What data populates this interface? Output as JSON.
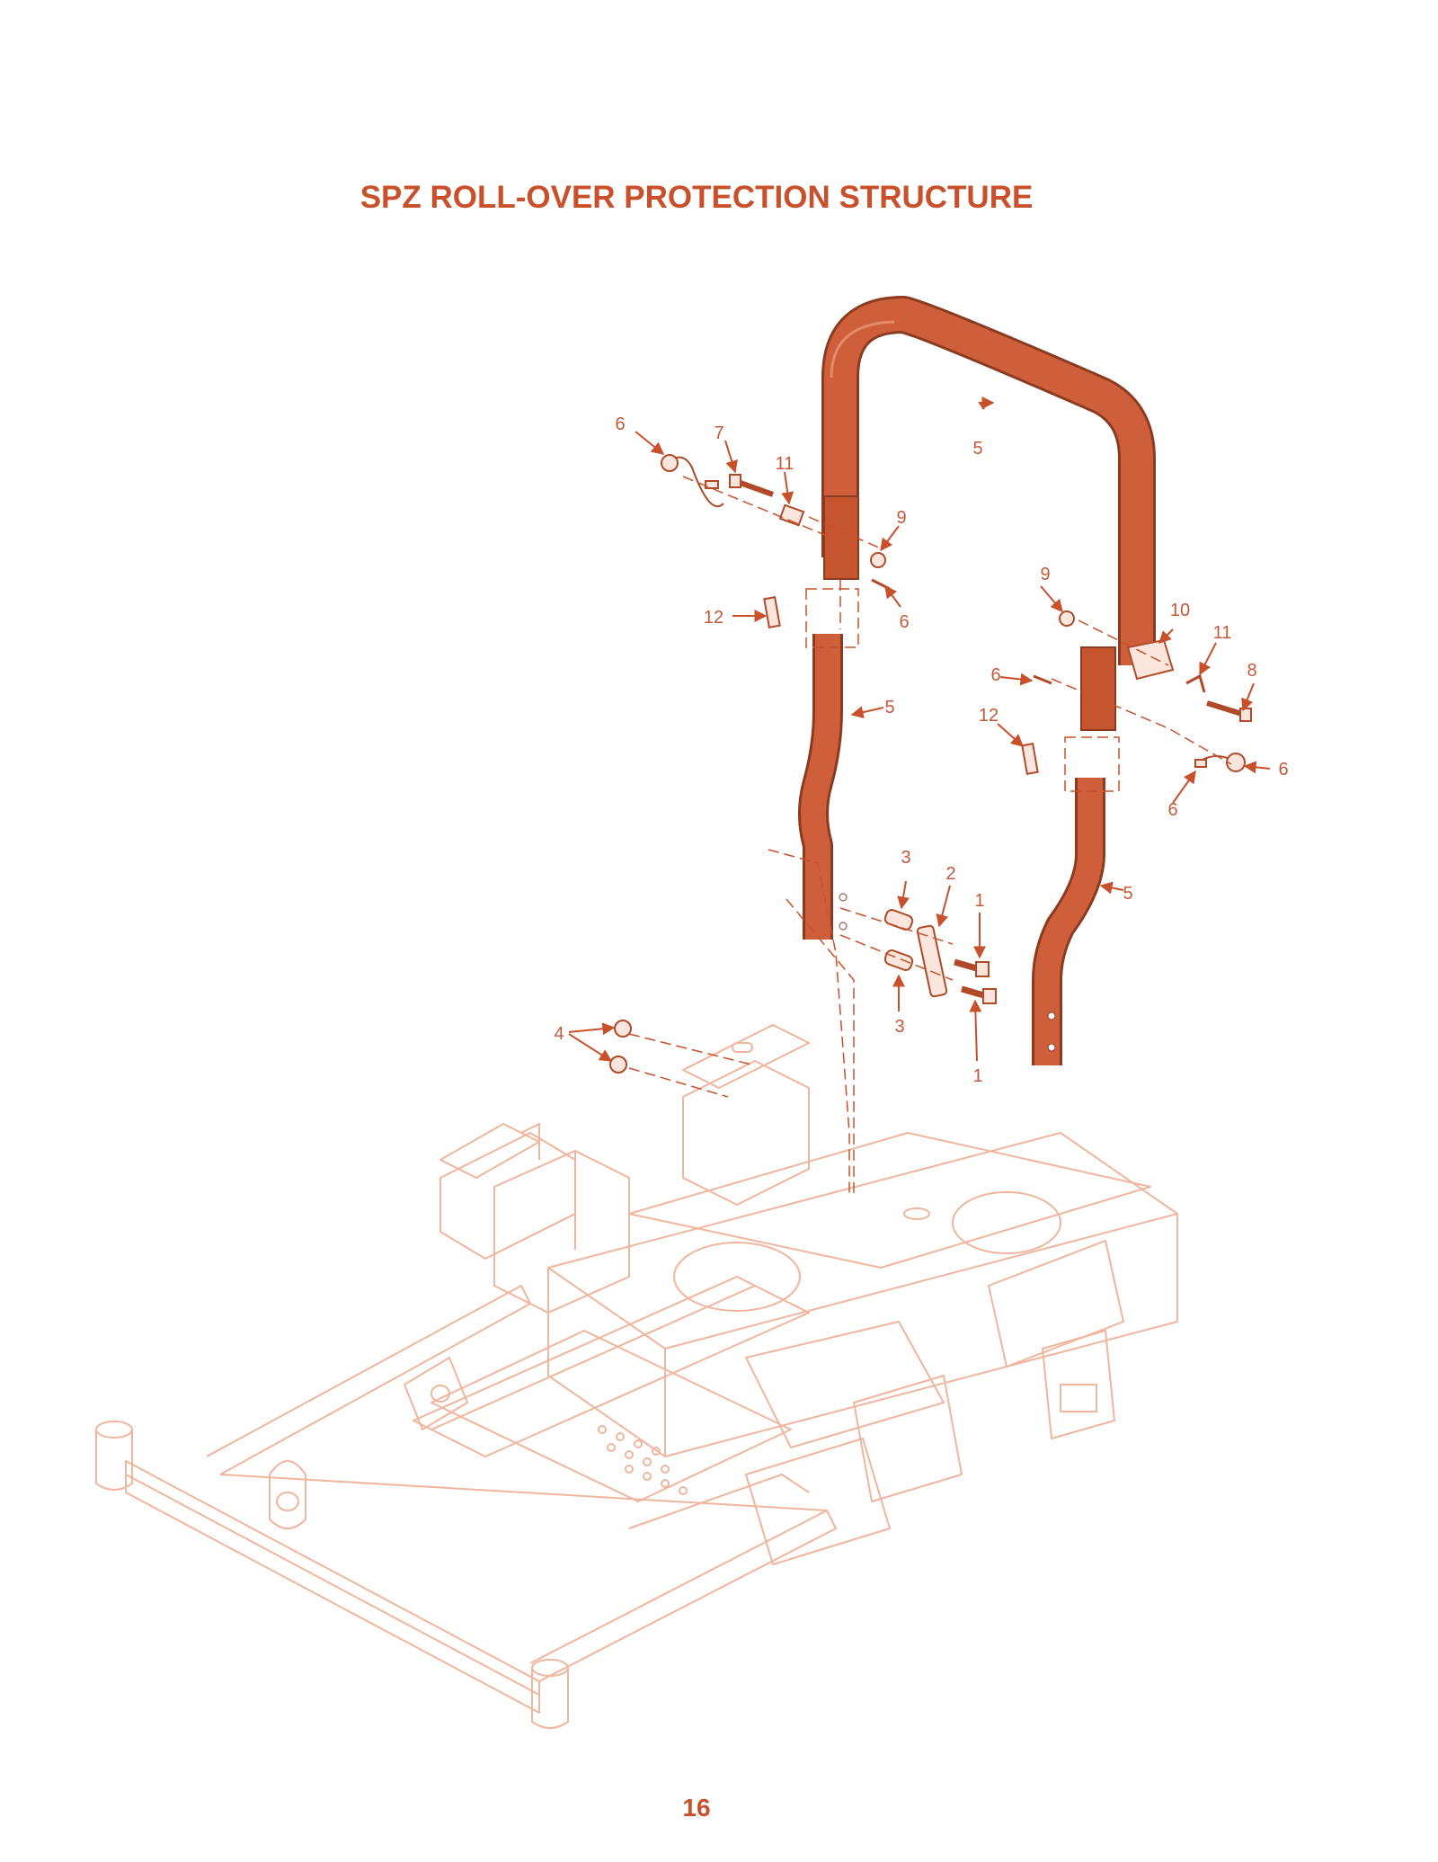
{
  "title": "SPZ ROLL-OVER PROTECTION STRUCTURE",
  "page_number": "16",
  "colors": {
    "accent": "#c8502a",
    "tube_fill": "#cf5f3b",
    "frame_line": "#f0b59d",
    "callout_text": "#c4593a"
  },
  "callouts": {
    "c1a": "1",
    "c1b": "1",
    "c2": "2",
    "c3a": "3",
    "c3b": "3",
    "c4": "4",
    "c5a": "5",
    "c5b": "5",
    "c5c": "5",
    "c6a": "6",
    "c6b": "6",
    "c6c": "6",
    "c6d": "6",
    "c6e": "6",
    "c7": "7",
    "c8": "8",
    "c9a": "9",
    "c9b": "9",
    "c10": "10",
    "c11a": "11",
    "c11b": "11",
    "c12a": "12",
    "c12b": "12"
  }
}
